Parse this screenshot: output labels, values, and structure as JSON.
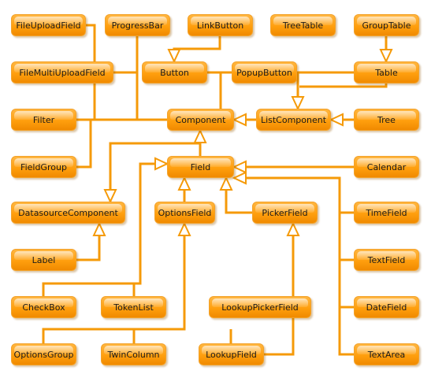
{
  "diagram": {
    "nodes": [
      {
        "id": "fileupload",
        "label": "FileUploadField"
      },
      {
        "id": "progress",
        "label": "ProgressBar"
      },
      {
        "id": "linkbutton",
        "label": "LinkButton"
      },
      {
        "id": "treetable",
        "label": "TreeTable"
      },
      {
        "id": "grouptable",
        "label": "GroupTable"
      },
      {
        "id": "filemulti",
        "label": "FileMultiUploadField"
      },
      {
        "id": "button",
        "label": "Button"
      },
      {
        "id": "popup",
        "label": "PopupButton"
      },
      {
        "id": "table",
        "label": "Table"
      },
      {
        "id": "filter",
        "label": "Filter"
      },
      {
        "id": "component",
        "label": "Component"
      },
      {
        "id": "listcomp",
        "label": "ListComponent"
      },
      {
        "id": "tree",
        "label": "Tree"
      },
      {
        "id": "fieldgroup",
        "label": "FieldGroup"
      },
      {
        "id": "field",
        "label": "Field"
      },
      {
        "id": "calendar",
        "label": "Calendar"
      },
      {
        "id": "datasource",
        "label": "DatasourceComponent"
      },
      {
        "id": "options",
        "label": "OptionsField"
      },
      {
        "id": "picker",
        "label": "PickerField"
      },
      {
        "id": "timefield",
        "label": "TimeField"
      },
      {
        "id": "label",
        "label": "Label"
      },
      {
        "id": "textfield",
        "label": "TextField"
      },
      {
        "id": "checkbox",
        "label": "CheckBox"
      },
      {
        "id": "tokenlist",
        "label": "TokenList"
      },
      {
        "id": "lookuppicker",
        "label": "LookupPickerField"
      },
      {
        "id": "datefield",
        "label": "DateField"
      },
      {
        "id": "optionsgroup",
        "label": "OptionsGroup"
      },
      {
        "id": "twincolumn",
        "label": "TwinColumn"
      },
      {
        "id": "lookupfield",
        "label": "LookupField"
      },
      {
        "id": "textarea",
        "label": "TextArea"
      }
    ],
    "edges": [
      {
        "from": "fileupload",
        "to": "component"
      },
      {
        "from": "progress",
        "to": "component"
      },
      {
        "from": "filemulti",
        "to": "component"
      },
      {
        "from": "filter",
        "to": "component"
      },
      {
        "from": "fieldgroup",
        "to": "component"
      },
      {
        "from": "linkbutton",
        "to": "button"
      },
      {
        "from": "button",
        "to": "component"
      },
      {
        "from": "popup",
        "to": "component"
      },
      {
        "from": "treetable",
        "to": "table"
      },
      {
        "from": "grouptable",
        "to": "table"
      },
      {
        "from": "table",
        "to": "listcomp"
      },
      {
        "from": "tree",
        "to": "listcomp"
      },
      {
        "from": "listcomp",
        "to": "component"
      },
      {
        "from": "field",
        "to": "component"
      },
      {
        "from": "field",
        "to": "datasource"
      },
      {
        "from": "calendar",
        "to": "field"
      },
      {
        "from": "options",
        "to": "field"
      },
      {
        "from": "picker",
        "to": "field"
      },
      {
        "from": "timefield",
        "to": "field"
      },
      {
        "from": "textfield",
        "to": "field"
      },
      {
        "from": "datefield",
        "to": "field"
      },
      {
        "from": "textarea",
        "to": "field"
      },
      {
        "from": "label",
        "to": "datasource"
      },
      {
        "from": "checkbox",
        "to": "field"
      },
      {
        "from": "tokenlist",
        "to": "field"
      },
      {
        "from": "optionsgroup",
        "to": "options"
      },
      {
        "from": "twincolumn",
        "to": "options"
      },
      {
        "from": "lookupfield",
        "to": "options"
      },
      {
        "from": "lookuppicker",
        "to": "picker"
      },
      {
        "from": "lookupfield",
        "to": "picker"
      }
    ]
  }
}
